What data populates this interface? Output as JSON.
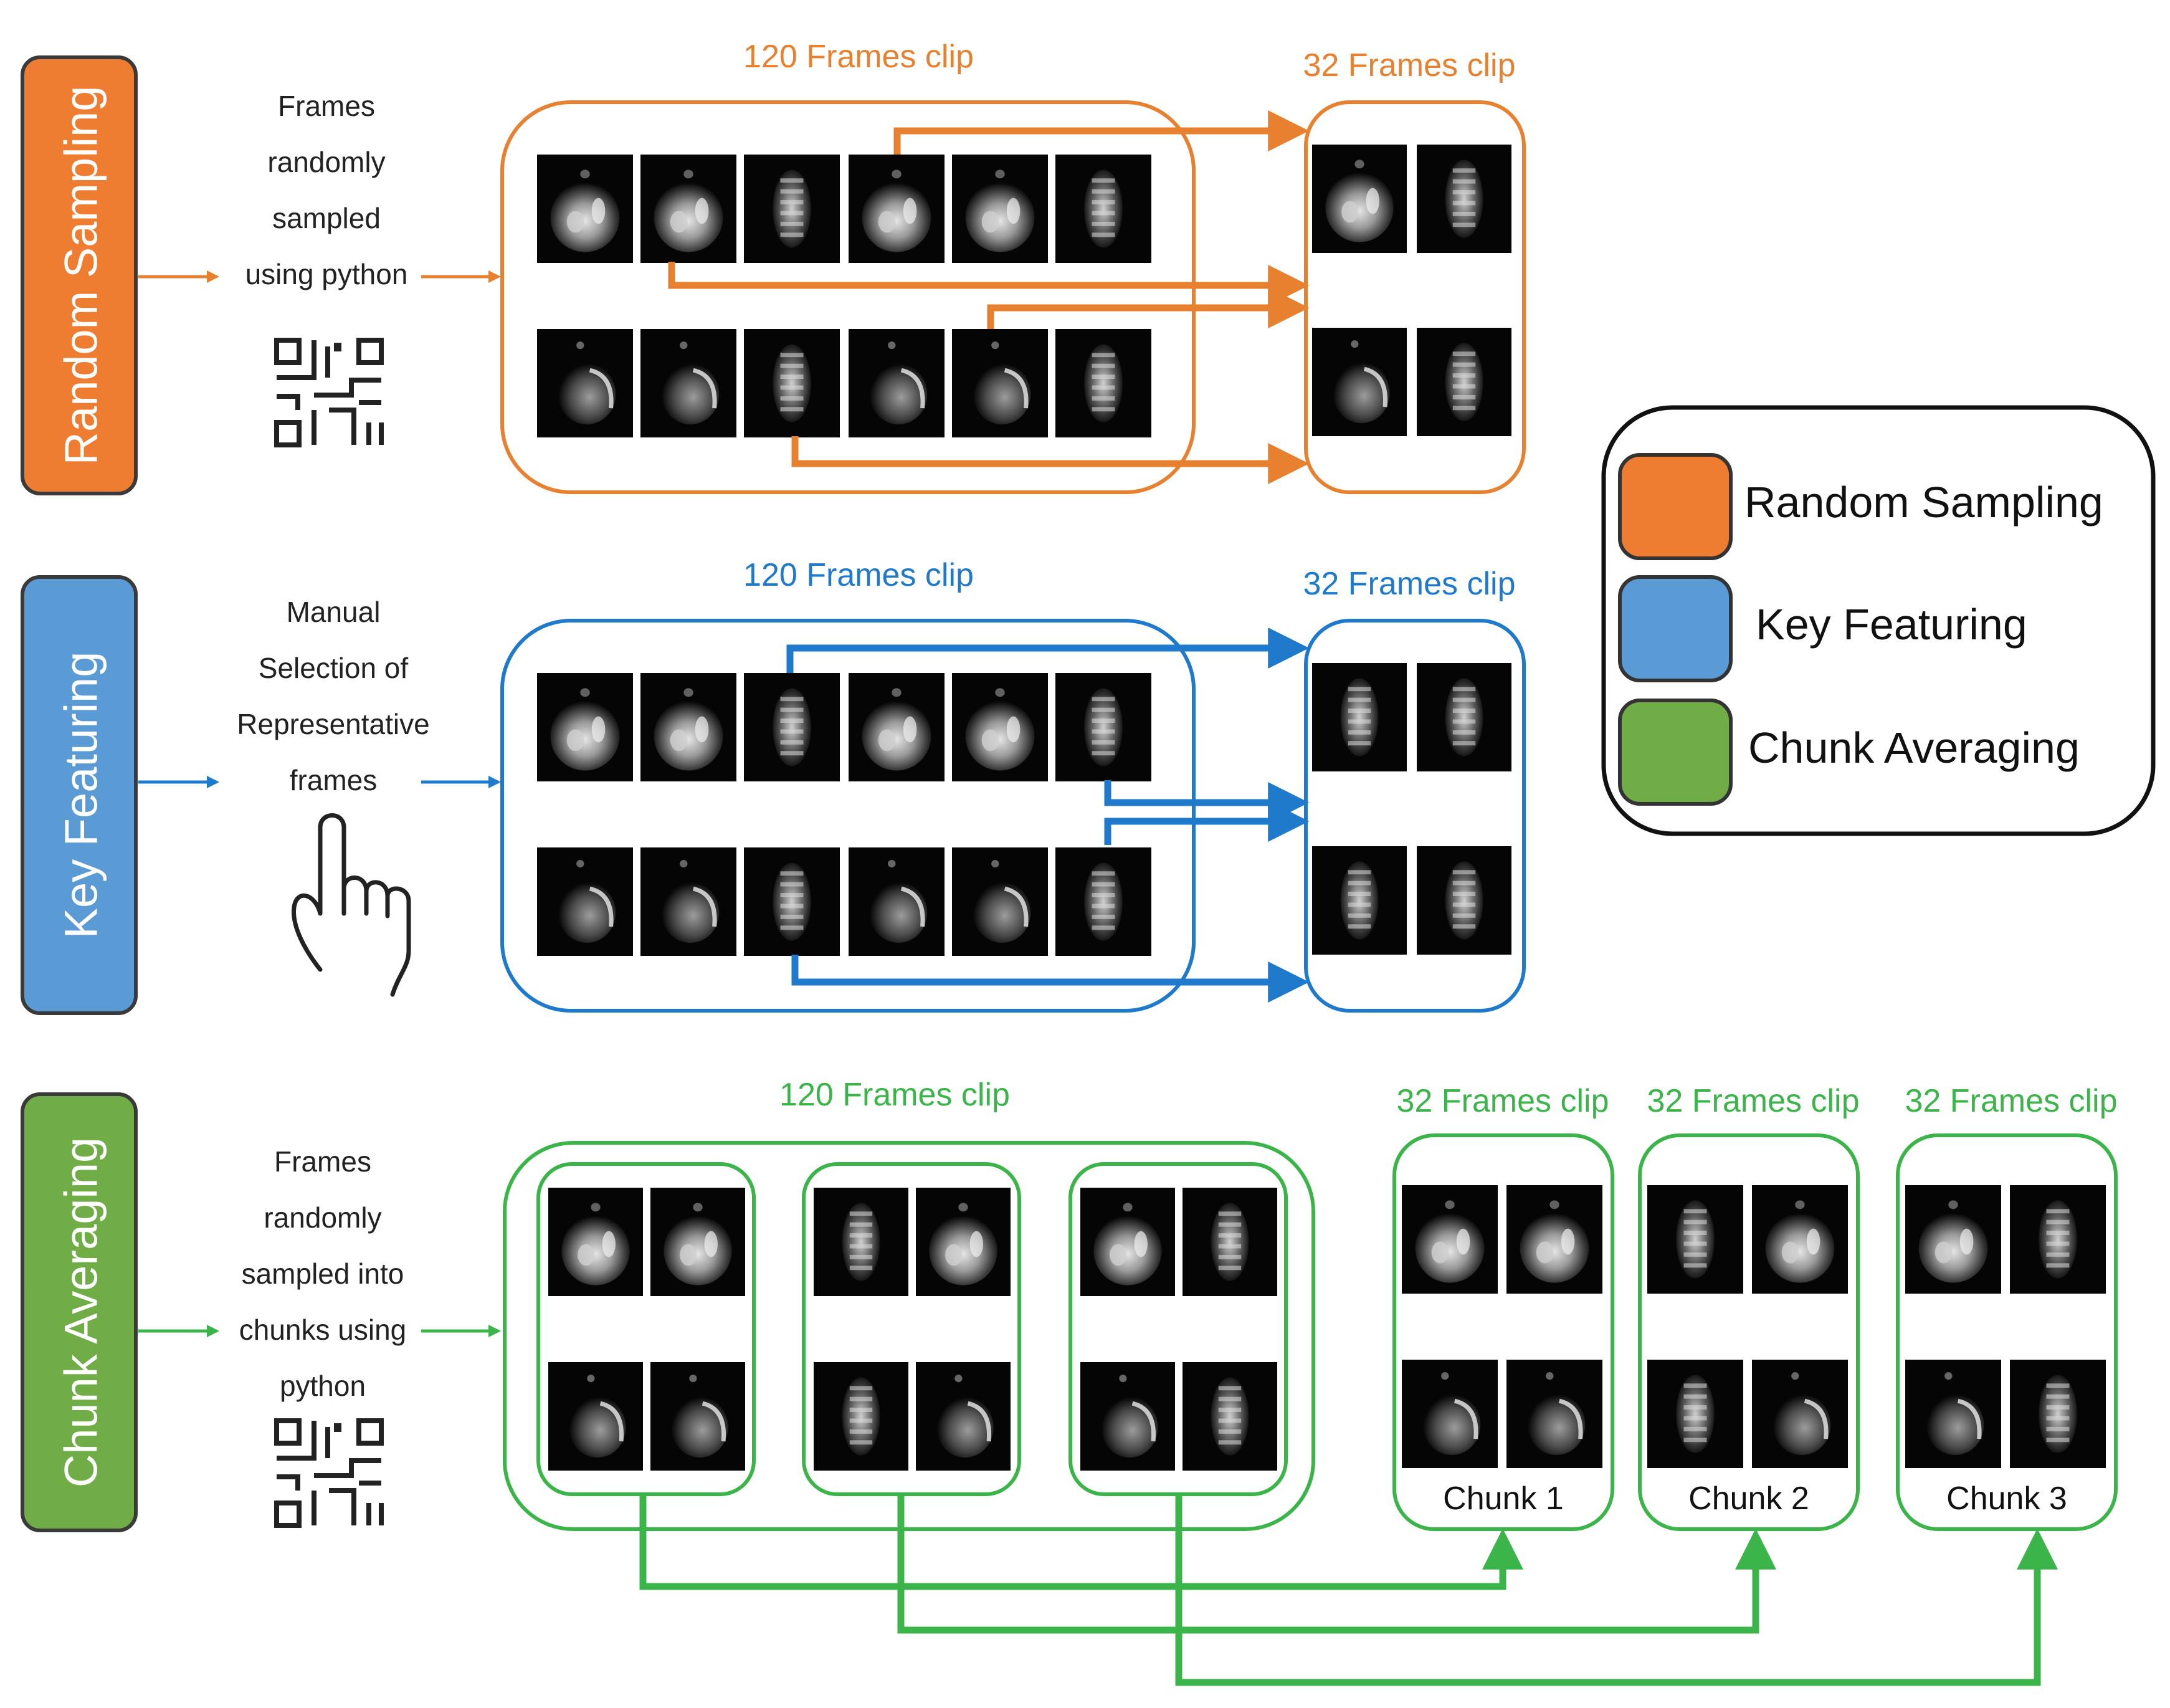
{
  "colors": {
    "orange": "#E8812F",
    "blue": "#1F7ACB",
    "green": "#3BB44A",
    "orange_fill": "#EE7D31",
    "blue_fill": "#5B9BD5",
    "green_fill": "#70AD47",
    "frame_bg": "#050505",
    "text": "#222222"
  },
  "icons": {
    "code": "qr-code-icon",
    "hand": "pointing-hand-icon"
  },
  "rows": [
    {
      "id": "random",
      "label": "Random Sampling",
      "desc": [
        "Frames",
        "randomly",
        "sampled",
        "using python"
      ],
      "icon": "qr-code-icon",
      "big_clip_title": "120 Frames clip",
      "small_clip_title": "32 Frames clip",
      "frames_top": [
        "brain",
        "brain",
        "spine",
        "brain",
        "brain",
        "spine"
      ],
      "frames_bottom": [
        "head",
        "head",
        "spine",
        "head",
        "head",
        "spine"
      ],
      "out_top": [
        "brain",
        "spine"
      ],
      "out_bottom": [
        "head",
        "spine"
      ]
    },
    {
      "id": "key",
      "label": "Key Featuring",
      "desc": [
        "Manual",
        "Selection of",
        "Representative",
        "frames"
      ],
      "icon": "pointing-hand-icon",
      "big_clip_title": "120 Frames clip",
      "small_clip_title": "32 Frames clip",
      "frames_top": [
        "brain",
        "brain",
        "spine",
        "brain",
        "brain",
        "spine"
      ],
      "frames_bottom": [
        "head",
        "head",
        "spine",
        "head",
        "head",
        "spine"
      ],
      "out_top": [
        "spine",
        "spine"
      ],
      "out_bottom": [
        "spine",
        "spine"
      ]
    },
    {
      "id": "chunk",
      "label": "Chunk Averaging",
      "desc": [
        "Frames",
        "randomly",
        "sampled into",
        "chunks using",
        "python"
      ],
      "icon": "qr-code-icon",
      "big_clip_title": "120 Frames clip",
      "small_clip_title": "32 Frames clip",
      "groups": [
        [
          "brain",
          "brain",
          "head",
          "head"
        ],
        [
          "spine",
          "brain",
          "spine",
          "head"
        ],
        [
          "brain",
          "spine",
          "head",
          "spine"
        ]
      ],
      "chunks": [
        {
          "label": "Chunk 1",
          "frames": [
            "brain",
            "brain",
            "head",
            "head"
          ]
        },
        {
          "label": "Chunk 2",
          "frames": [
            "spine",
            "brain",
            "spine",
            "head"
          ]
        },
        {
          "label": "Chunk 3",
          "frames": [
            "brain",
            "spine",
            "head",
            "spine"
          ]
        }
      ]
    }
  ],
  "legend": [
    {
      "label": "Random Sampling",
      "color": "#EE7D31"
    },
    {
      "label": "Key Featuring",
      "color": "#5B9BD5"
    },
    {
      "label": "Chunk Averaging",
      "color": "#70AD47"
    }
  ]
}
